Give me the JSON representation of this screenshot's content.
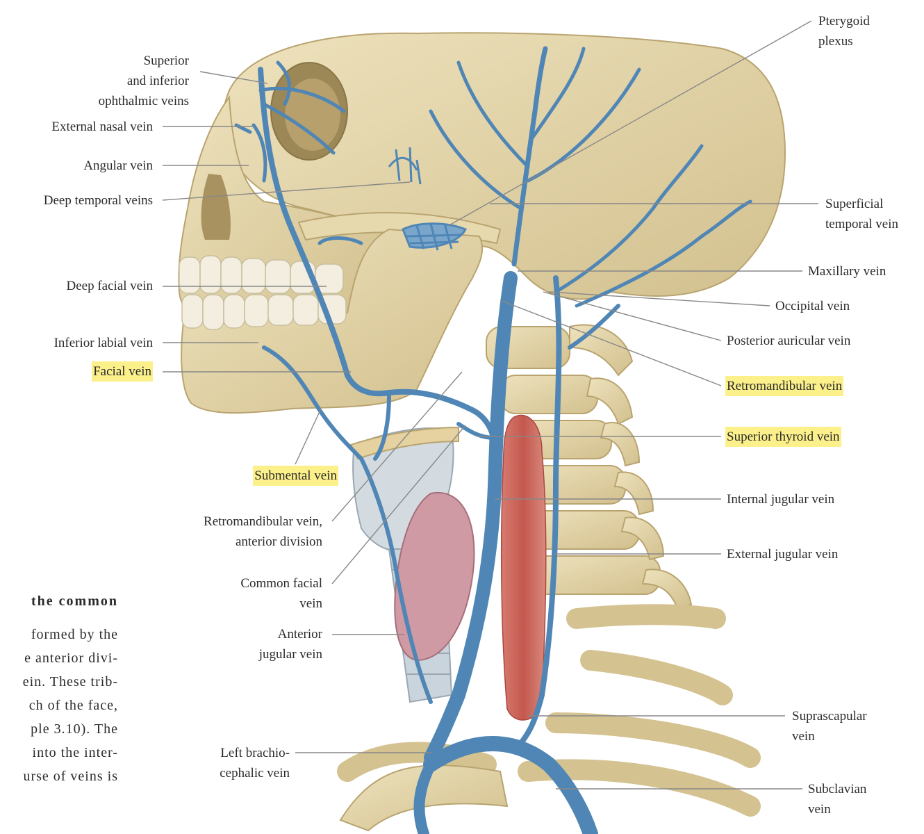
{
  "labels": {
    "ophthalmic": [
      "Superior",
      "and inferior",
      "ophthalmic veins"
    ],
    "external_nasal": [
      "External nasal vein"
    ],
    "angular": [
      "Angular vein"
    ],
    "deep_temporal": [
      "Deep temporal veins"
    ],
    "deep_facial": [
      "Deep facial vein"
    ],
    "inferior_labial": [
      "Inferior labial vein"
    ],
    "facial": [
      "Facial vein"
    ],
    "submental": [
      "Submental vein"
    ],
    "retro_anterior": [
      "Retromandibular vein,",
      "anterior division"
    ],
    "common_facial": [
      "Common facial",
      "vein"
    ],
    "anterior_jugular": [
      "Anterior",
      "jugular vein"
    ],
    "left_brachio": [
      "Left brachio-",
      "cephalic vein"
    ],
    "pterygoid": [
      "Pterygoid",
      "plexus"
    ],
    "superficial_temporal": [
      "Superficial",
      "temporal vein"
    ],
    "maxillary": [
      "Maxillary vein"
    ],
    "occipital": [
      "Occipital vein"
    ],
    "posterior_auricular": [
      "Posterior auricular vein"
    ],
    "retromandibular": [
      "Retromandibular vein"
    ],
    "superior_thyroid": [
      "Superior thyroid vein"
    ],
    "internal_jugular": [
      "Internal jugular vein"
    ],
    "external_jugular": [
      "External jugular vein"
    ],
    "suprascapular": [
      "Suprascapular",
      "vein"
    ],
    "subclavian": [
      "Subclavian",
      "vein"
    ]
  },
  "side_text": {
    "heading": "the common",
    "lines": [
      "formed by the",
      "e anterior divi-",
      "ein. These trib-",
      "ch of the face,",
      "ple 3.10). The",
      "into the inter-",
      "urse of veins is"
    ]
  },
  "colors": {
    "vein": "#4f86b5",
    "bone": "#e3d4a6",
    "bone_shade": "#c9b681",
    "muscle": "#c9625a",
    "thyroid": "#cf9aa4",
    "cartilage": "#d3dbe0",
    "highlight": "#fbf08a",
    "leader": "#888888"
  }
}
